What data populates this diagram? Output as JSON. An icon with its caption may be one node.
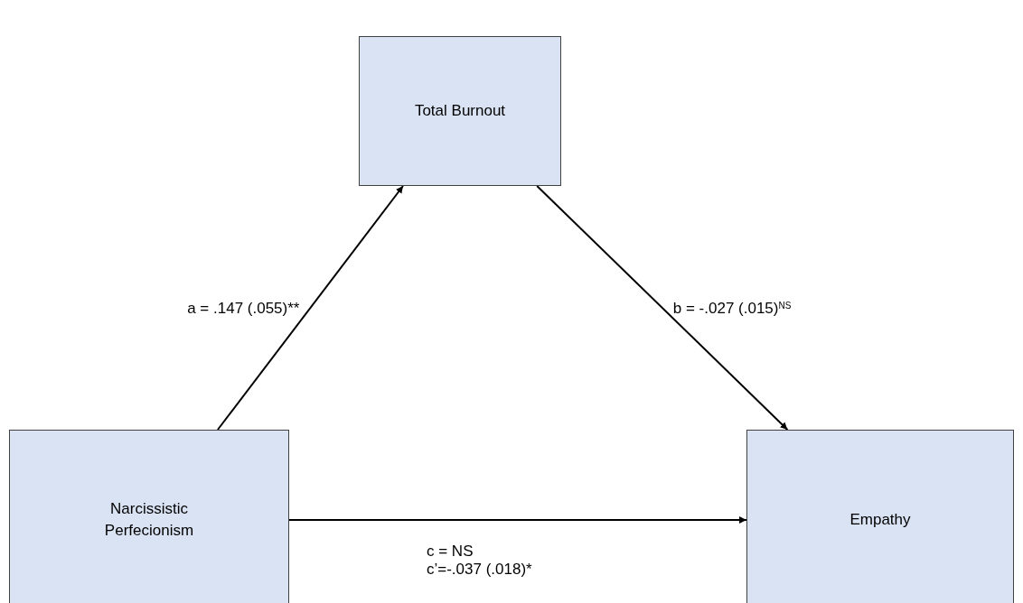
{
  "diagram": {
    "nodes": [
      {
        "text": [
          "Total Burnout"
        ]
      },
      {
        "text": [
          "Narcissistic Perfecionism"
        ]
      },
      {
        "text": [
          "Empathy"
        ]
      }
    ],
    "edges": [
      {
        "from": 1,
        "to": 0,
        "arrow": "to",
        "label": "a = .147 (.055)**"
      },
      {
        "from": 0,
        "to": 2,
        "arrow": "to",
        "label": "b = -.027 (.015)$^{NS}$"
      },
      {
        "from": 1,
        "to": 2,
        "arrow": "to"
      }
    ],
    "labels": [
      "c = NS",
      "c’=-.037 (.018)*"
    ]
  }
}
